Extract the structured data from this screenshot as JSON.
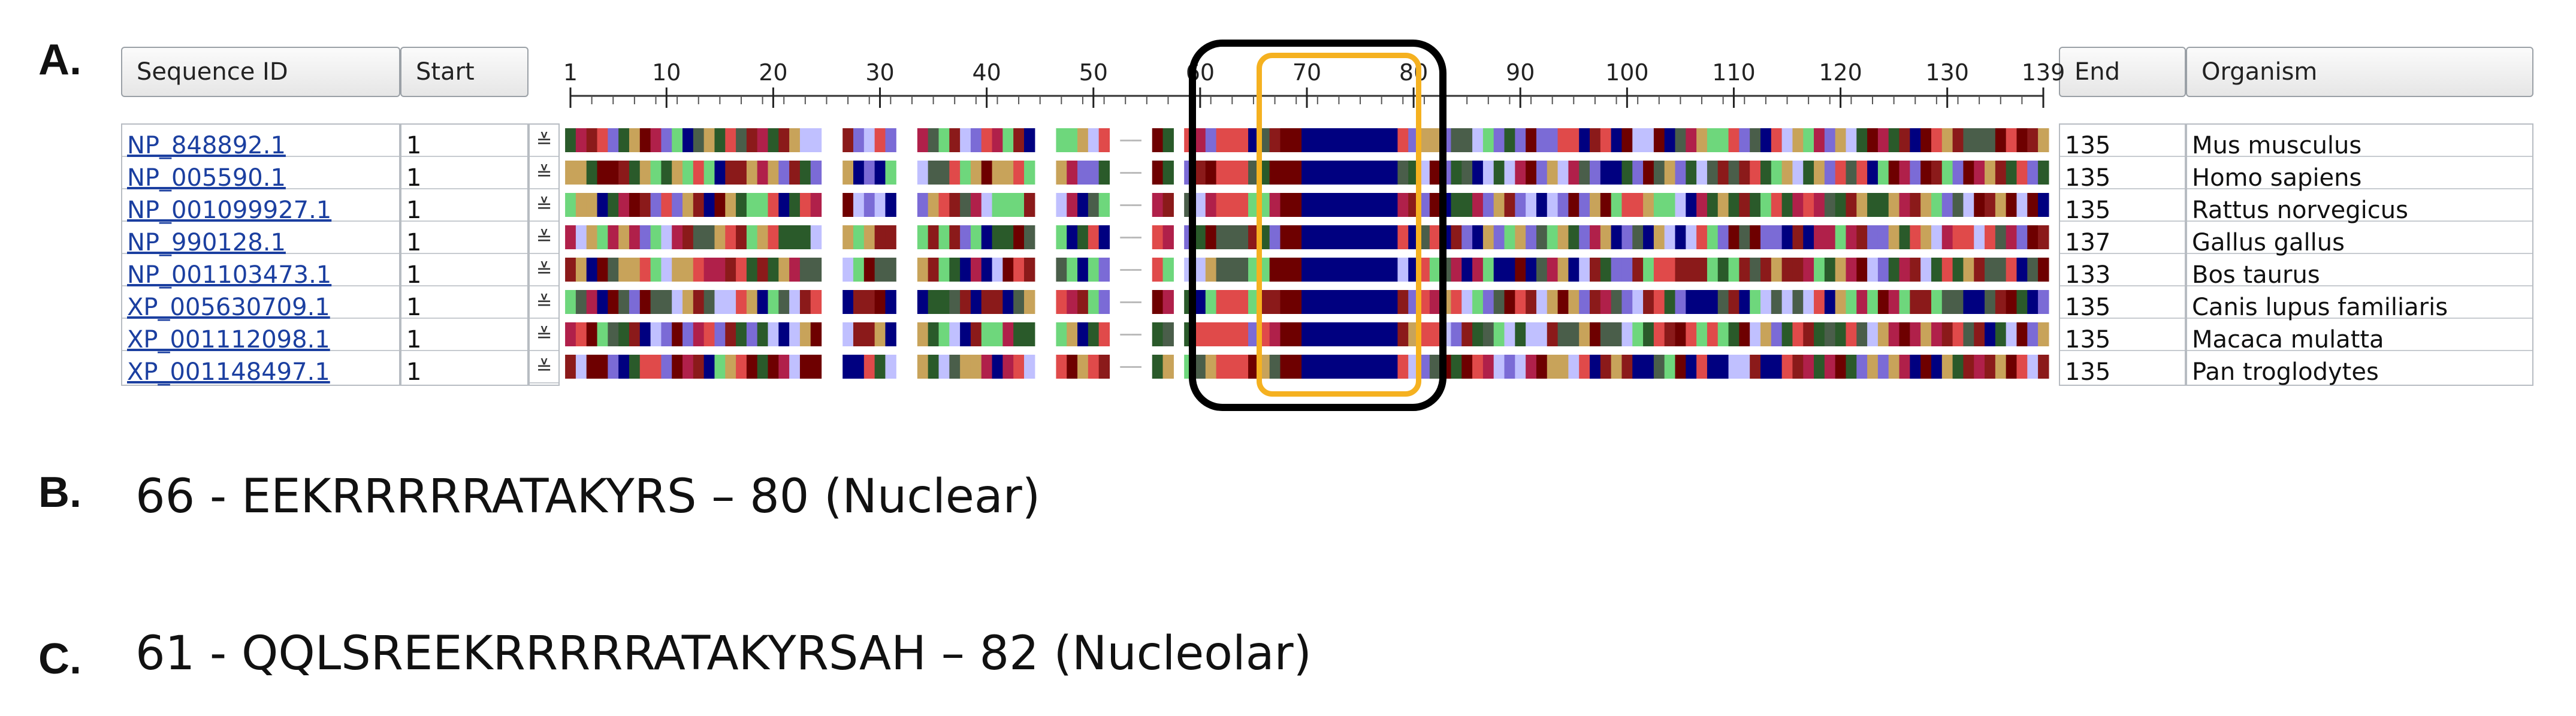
{
  "labels": {
    "a": "A.",
    "b": "B.",
    "c": "C."
  },
  "headers": {
    "sequence_id": "Sequence ID",
    "start": "Start",
    "end": "End",
    "organism": "Organism"
  },
  "ruler": {
    "ticks": [
      "1",
      "10",
      "20",
      "30",
      "40",
      "50",
      "60",
      "70",
      "80",
      "90",
      "100",
      "110",
      "120",
      "130",
      "139"
    ],
    "max": 139
  },
  "rows": [
    {
      "id": "NP_848892.1",
      "start": "1",
      "end": "135",
      "organism": "Mus musculus"
    },
    {
      "id": "NP_005590.1",
      "start": "1",
      "end": "135",
      "organism": "Homo sapiens"
    },
    {
      "id": "NP_001099927.1",
      "start": "1",
      "end": "135",
      "organism": "Rattus norvegicus"
    },
    {
      "id": "NP_990128.1",
      "start": "1",
      "end": "137",
      "organism": "Gallus gallus"
    },
    {
      "id": "NP_001103473.1",
      "start": "1",
      "end": "133",
      "organism": "Bos taurus"
    },
    {
      "id": "XP_005630709.1",
      "start": "1",
      "end": "135",
      "organism": "Canis lupus familiaris"
    },
    {
      "id": "XP_001112098.1",
      "start": "1",
      "end": "135",
      "organism": "Macaca mulatta"
    },
    {
      "id": "XP_001148497.1",
      "start": "1",
      "end": "135",
      "organism": "Pan troglodytes"
    }
  ],
  "expand_glyph": "≚",
  "highlights": {
    "black": {
      "from": 60,
      "to": 82,
      "color": "#000000"
    },
    "orange": {
      "from": 66,
      "to": 80,
      "color": "#f5b120"
    }
  },
  "captions": {
    "b": "66 - EEKRRRRRATAKYRS – 80 (Nuclear)",
    "c": "61 - QQLSREEKRRRRRATAKYRSAH – 82 (Nucleolar)"
  },
  "residue_colors": [
    "#c8a35a",
    "#8b1a1a",
    "#e04a4a",
    "#6ed77c",
    "#7b6bd6",
    "#2a5a2a",
    "#b0204a",
    "#4a5e4a",
    "#000080",
    "#6e0000",
    "#c0c0ff"
  ]
}
